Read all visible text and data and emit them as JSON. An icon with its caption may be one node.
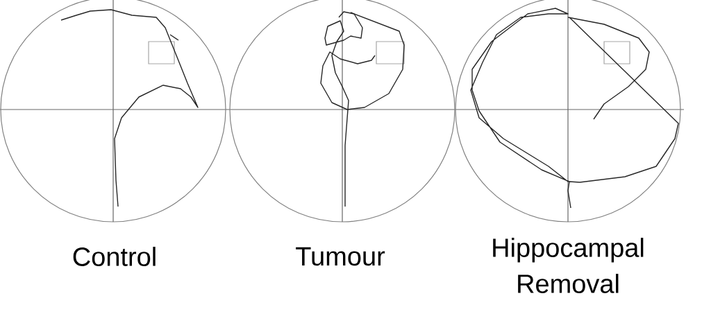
{
  "diagram": {
    "labels": [
      "Control",
      "Tumour",
      "Hippocampal Removal"
    ]
  }
}
